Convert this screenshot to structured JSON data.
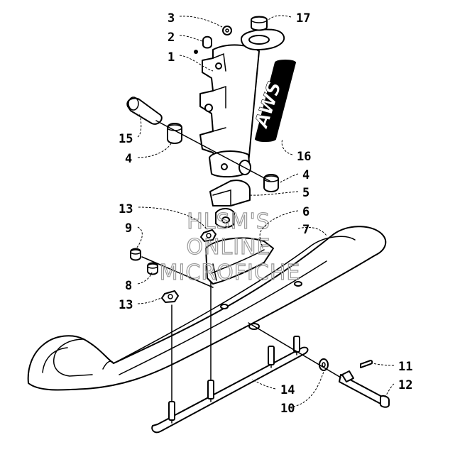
{
  "callouts": {
    "c17": "17",
    "c3": "3",
    "c2": "2",
    "c1": "1",
    "c15": "15",
    "c4a": "4",
    "c16": "16",
    "c4b": "4",
    "c5": "5",
    "c6": "6",
    "c7": "7",
    "c13a": "13",
    "c9": "9",
    "c8": "8",
    "c13b": "13",
    "c11": "11",
    "c12": "12",
    "c14": "14",
    "c10": "10"
  },
  "logo_text": "AWS",
  "watermark": {
    "line1": "HLSM'S",
    "line2": "ONLINE",
    "line3": "MICROFICHE"
  },
  "colors": {
    "ink": "#000000",
    "paper": "#ffffff",
    "watermark": "#9a9a9a"
  }
}
